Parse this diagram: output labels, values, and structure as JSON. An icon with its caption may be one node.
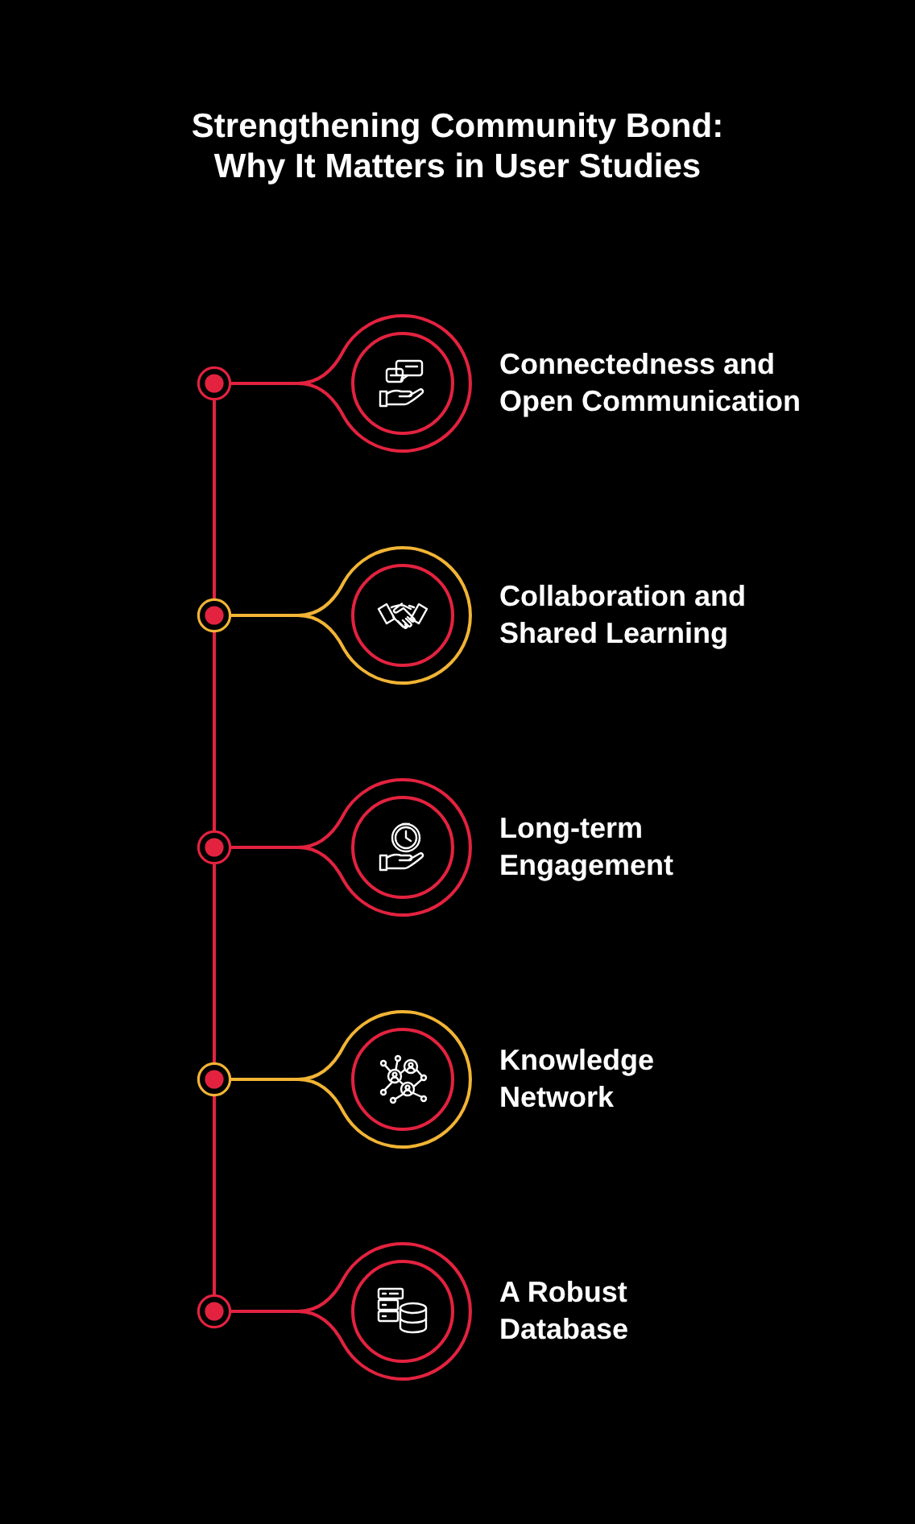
{
  "diagram": {
    "title": "Strengthening Community Bond: Why It Matters in User Studies",
    "nodes": [
      {
        "text": [],
        "shape": "circle"
      },
      {
        "text": [
          "Connectedness and Open Communication"
        ]
      },
      {
        "text": [],
        "shape": "circle"
      },
      {
        "text": [
          "Collaboration and Shared Learning"
        ]
      },
      {
        "text": [],
        "shape": "circle"
      },
      {
        "text": [
          "Long-term Engagement"
        ]
      },
      {
        "text": [],
        "shape": "circle"
      },
      {
        "text": [
          "Knowledge Network"
        ]
      },
      {
        "text": [],
        "shape": "circle"
      },
      {
        "text": [
          "A Robust Database"
        ]
      }
    ],
    "edges": [
      {
        "from": 0,
        "to": 1,
        "arrow": "none"
      },
      {
        "from": 0,
        "to": 2,
        "arrow": "none"
      },
      {
        "from": 2,
        "to": 3,
        "arrow": "none",
        "color": "#f1b434"
      },
      {
        "from": 2,
        "to": 4,
        "arrow": "none"
      },
      {
        "from": 4,
        "to": 5,
        "arrow": "none"
      },
      {
        "from": 4,
        "to": 6,
        "arrow": "none"
      },
      {
        "from": 6,
        "to": 7,
        "arrow": "none",
        "color": "#f1b434"
      },
      {
        "from": 6,
        "to": 8,
        "arrow": "none"
      },
      {
        "from": 8,
        "to": 9,
        "arrow": "none"
      }
    ]
  }
}
